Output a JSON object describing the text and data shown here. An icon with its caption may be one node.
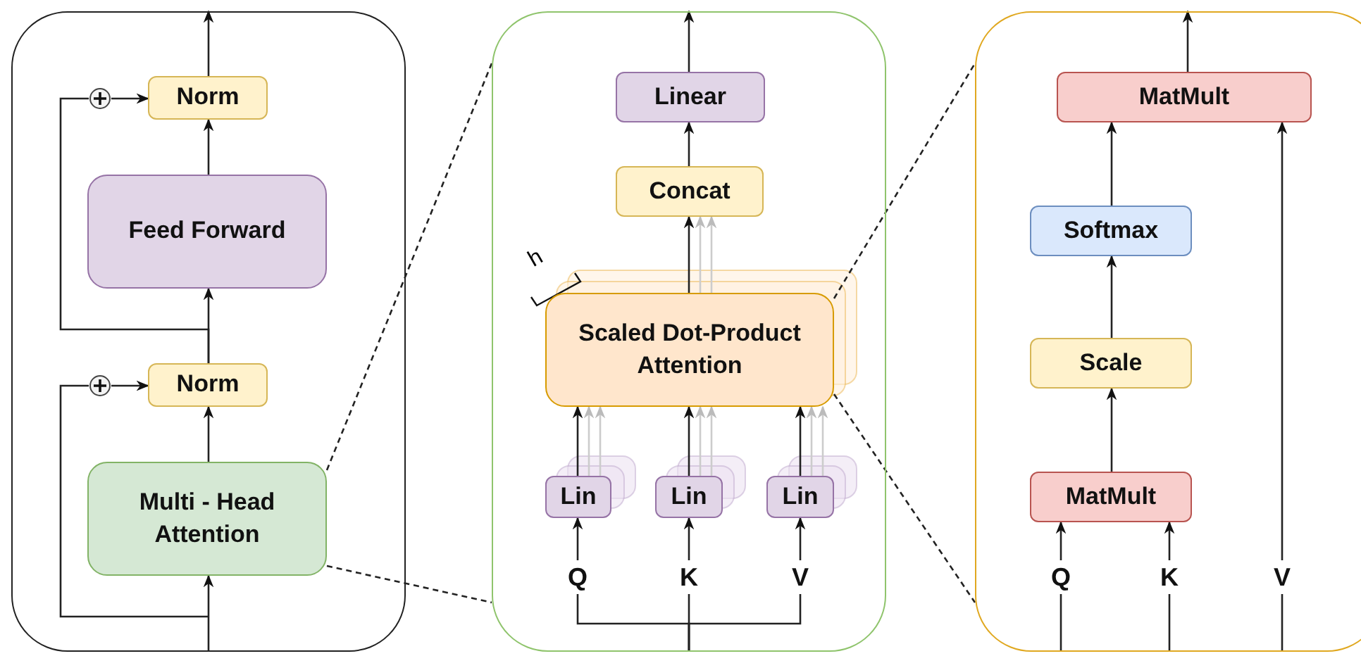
{
  "diagram": {
    "nodes": [
      {
        "text": [],
        "shape": "box"
      },
      {
        "text": [
          "Norm"
        ],
        "in": 0
      },
      {
        "text": [],
        "shape": "circle",
        "in": 0
      },
      {
        "text": [
          "Feed Forward"
        ],
        "in": 0
      },
      {
        "text": [
          "Norm"
        ],
        "in": 0
      },
      {
        "text": [],
        "shape": "circle",
        "in": 0
      },
      {
        "text": [
          "Multi - Head Attention"
        ],
        "in": 0
      },
      {
        "text": [],
        "shape": "box"
      },
      {
        "text": [
          "Linear"
        ],
        "in": 7
      },
      {
        "text": [
          "Concat"
        ],
        "in": 7
      },
      {
        "text": [
          "Scaled Dot-Product Attention"
        ],
        "in": 7
      },
      {
        "text": [
          "Lin"
        ],
        "in": 7
      },
      {
        "text": [
          "Lin"
        ],
        "in": 7
      },
      {
        "text": [
          "Lin"
        ],
        "in": 7
      },
      {
        "text": [
          "Q"
        ],
        "in": 7
      },
      {
        "text": [
          "K"
        ],
        "in": 7
      },
      {
        "text": [
          "V"
        ],
        "in": 7
      },
      {
        "text": [],
        "shape": "box"
      },
      {
        "text": [
          "MatMult"
        ],
        "in": 17
      },
      {
        "text": [
          "Softmax"
        ],
        "in": 17
      },
      {
        "text": [
          "Scale"
        ],
        "in": 17
      },
      {
        "text": [
          "MatMult"
        ],
        "in": 17
      },
      {
        "text": [
          "Q"
        ],
        "in": 17
      },
      {
        "text": [
          "K"
        ],
        "in": 17
      },
      {
        "text": [
          "V"
        ],
        "in": 17
      }
    ],
    "edges": [
      {
        "from": null,
        "to": 6,
        "arrow": "to"
      },
      {
        "from": null,
        "to": 5,
        "arrow": "none"
      },
      {
        "from": 6,
        "to": 4,
        "arrow": "to"
      },
      {
        "from": 5,
        "to": 4,
        "arrow": "to"
      },
      {
        "from": 4,
        "to": 3,
        "arrow": "to"
      },
      {
        "from": 4,
        "to": 2,
        "arrow": "none"
      },
      {
        "from": 3,
        "to": 1,
        "arrow": "to"
      },
      {
        "from": 2,
        "to": 1,
        "arrow": "to"
      },
      {
        "from": 1,
        "to": null,
        "arrow": "to"
      },
      {
        "from": 6,
        "to": 7,
        "arrow": "none",
        "style": "dashed"
      },
      {
        "from": 6,
        "to": 7,
        "arrow": "none",
        "style": "dashed"
      },
      {
        "from": null,
        "to": 14,
        "arrow": "none"
      },
      {
        "from": null,
        "to": 15,
        "arrow": "none"
      },
      {
        "from": null,
        "to": 16,
        "arrow": "none"
      },
      {
        "from": 14,
        "to": 11,
        "arrow": "to"
      },
      {
        "from": 15,
        "to": 12,
        "arrow": "to"
      },
      {
        "from": 16,
        "to": 13,
        "arrow": "to"
      },
      {
        "from": 11,
        "to": 10,
        "arrow": "to"
      },
      {
        "from": 12,
        "to": 10,
        "arrow": "to"
      },
      {
        "from": 13,
        "to": 10,
        "arrow": "to"
      },
      {
        "from": 10,
        "to": 9,
        "arrow": "to"
      },
      {
        "from": 9,
        "to": 8,
        "arrow": "to"
      },
      {
        "from": 8,
        "to": null,
        "arrow": "to"
      },
      {
        "from": 10,
        "to": 17,
        "arrow": "none",
        "style": "dashed"
      },
      {
        "from": 10,
        "to": 17,
        "arrow": "none",
        "style": "dashed"
      },
      {
        "from": null,
        "to": 22,
        "arrow": "none"
      },
      {
        "from": null,
        "to": 23,
        "arrow": "none"
      },
      {
        "from": null,
        "to": 24,
        "arrow": "none"
      },
      {
        "from": 22,
        "to": 21,
        "arrow": "to"
      },
      {
        "from": 23,
        "to": 21,
        "arrow": "to"
      },
      {
        "from": 24,
        "to": 18,
        "arrow": "to"
      },
      {
        "from": 21,
        "to": 20,
        "arrow": "to"
      },
      {
        "from": 20,
        "to": 19,
        "arrow": "to"
      },
      {
        "from": 19,
        "to": 18,
        "arrow": "to"
      },
      {
        "from": 18,
        "to": null,
        "arrow": "to"
      },
      {
        "from": 10,
        "to": 9,
        "arrow": "to",
        "color": "#cccccc"
      },
      {
        "from": 10,
        "to": 9,
        "arrow": "to",
        "color": "#cccccc"
      },
      {
        "from": 11,
        "to": 10,
        "arrow": "to",
        "color": "#cccccc"
      },
      {
        "from": 11,
        "to": 10,
        "arrow": "to",
        "color": "#cccccc"
      },
      {
        "from": 12,
        "to": 10,
        "arrow": "to",
        "color": "#cccccc"
      },
      {
        "from": 12,
        "to": 10,
        "arrow": "to",
        "color": "#cccccc"
      },
      {
        "from": 13,
        "to": 10,
        "arrow": "to",
        "color": "#cccccc"
      },
      {
        "from": 13,
        "to": 10,
        "arrow": "to",
        "color": "#cccccc"
      }
    ],
    "labels": [
      "h"
    ]
  }
}
